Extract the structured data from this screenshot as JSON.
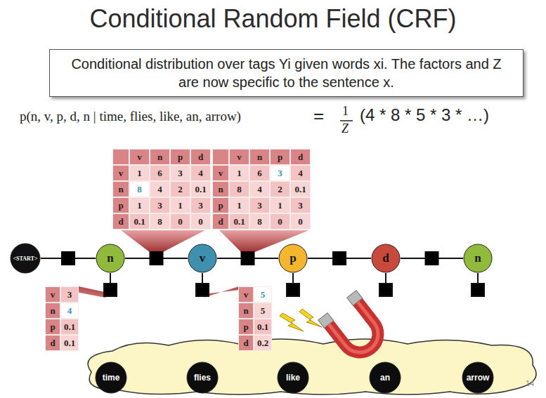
{
  "diagram": {
    "title": "Conditional Random Field (CRF)",
    "nodes": [
      {
        "text": [
          "Conditional distribution over tags Yi given words xi. The factors and Z are now specific to the sentence x."
        ]
      },
      {
        "text": [
          "<START>"
        ]
      },
      {
        "text": [
          "n"
        ]
      },
      {
        "text": [
          "v"
        ]
      },
      {
        "text": [
          "p"
        ]
      },
      {
        "text": [
          "d"
        ]
      },
      {
        "text": [
          "n"
        ]
      },
      {
        "text": [
          "time"
        ]
      },
      {
        "text": [
          "flies"
        ]
      },
      {
        "text": [
          "like"
        ]
      },
      {
        "text": [
          "an"
        ]
      },
      {
        "text": [
          "arrow"
        ]
      }
    ],
    "edges": [
      {
        "from": 1,
        "to": 2,
        "arrow": "none"
      },
      {
        "from": 2,
        "to": 3,
        "arrow": "none"
      },
      {
        "from": 3,
        "to": 4,
        "arrow": "none"
      },
      {
        "from": 4,
        "to": 5,
        "arrow": "none"
      },
      {
        "from": 5,
        "to": 6,
        "arrow": "none"
      }
    ],
    "labels": [
      "p(n, v, p, d, n | time, flies, like, an, arrow)",
      "=",
      "1",
      "Z",
      "(4 * 8 * 5 * 3 * …)",
      "v",
      "n",
      "p",
      "d",
      "v",
      "1",
      "6",
      "3",
      "4",
      "n",
      "8",
      "4",
      "2",
      "0.1",
      "p",
      "1",
      "3",
      "1",
      "3",
      "d",
      "0.1",
      "8",
      "0",
      "0",
      "v",
      "n",
      "p",
      "d",
      "v",
      "1",
      "6",
      "3",
      "4",
      "n",
      "8",
      "4",
      "2",
      "0.1",
      "p",
      "1",
      "3",
      "1",
      "3",
      "d",
      "0.1",
      "8",
      "0",
      "0",
      "v",
      "3",
      "n",
      "4",
      "p",
      "0.1",
      "d",
      "0.1",
      "v",
      "5",
      "n",
      "5",
      "p",
      "0.1",
      "d",
      "0.2",
      "14"
    ]
  }
}
